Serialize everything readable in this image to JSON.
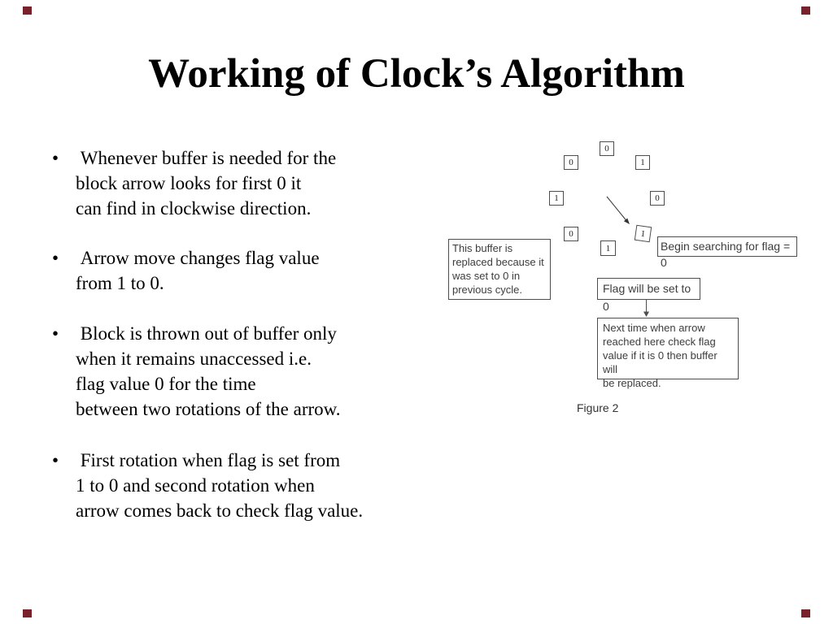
{
  "slide": {
    "title": "Working of Clock’s Algorithm",
    "bullets": [
      {
        "marker": "•",
        "text": " Whenever buffer is needed for the\nblock arrow looks for first 0 it\ncan find in clockwise direction."
      },
      {
        "marker": "•",
        "text": " Arrow move changes flag value\nfrom 1 to 0."
      },
      {
        "marker": "•",
        "text": " Block is thrown out of buffer only\nwhen it remains unaccessed i.e.\nflag value 0 for the time\nbetween two rotations of the arrow."
      },
      {
        "marker": "•",
        "text": " First rotation when flag is set from\n1 to 0 and second rotation when\narrow comes back to check flag value."
      }
    ]
  },
  "diagram": {
    "flags": [
      "0",
      "0",
      "1",
      "1",
      "0",
      "0",
      "1",
      "1"
    ],
    "callouts": {
      "replaced": "This buffer is\nreplaced because it\nwas set to 0 in\nprevious cycle.",
      "begin": "Begin searching for flag = 0",
      "flag_set": "Flag will be set to 0",
      "next_time": "Next time when arrow\nreached here check flag\nvalue if it is 0 then buffer will\nbe replaced."
    },
    "caption": "Figure 2"
  },
  "colors": {
    "background": "#ffffff",
    "text": "#000000",
    "diagram_text": "#3d3d3d",
    "box_border": "#4d4d4d",
    "corner_mark": "#7a222b"
  }
}
